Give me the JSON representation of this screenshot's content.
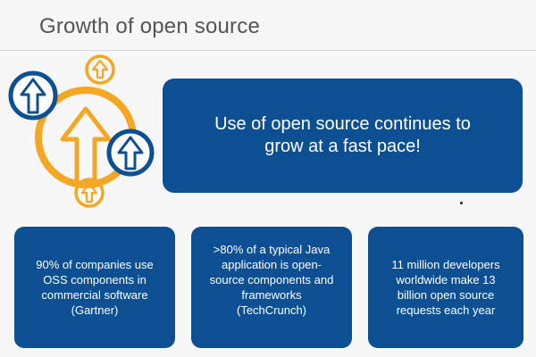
{
  "slide": {
    "title": "Growth of open source",
    "headline": "Use of open source continues to grow at a fast pace!",
    "cards": [
      {
        "text": "90% of companies use OSS components in commercial software (Gartner)"
      },
      {
        "text": ">80% of a typical Java application is open-source components and frameworks (TechCrunch)"
      },
      {
        "text": "11 million developers worldwide make 13 billion open source requests each year"
      }
    ]
  },
  "colors": {
    "accent_blue": "#0d4f93",
    "accent_orange": "#f5a623",
    "title_gray": "#545454"
  },
  "icons": [
    "growth-arrows-icon"
  ]
}
